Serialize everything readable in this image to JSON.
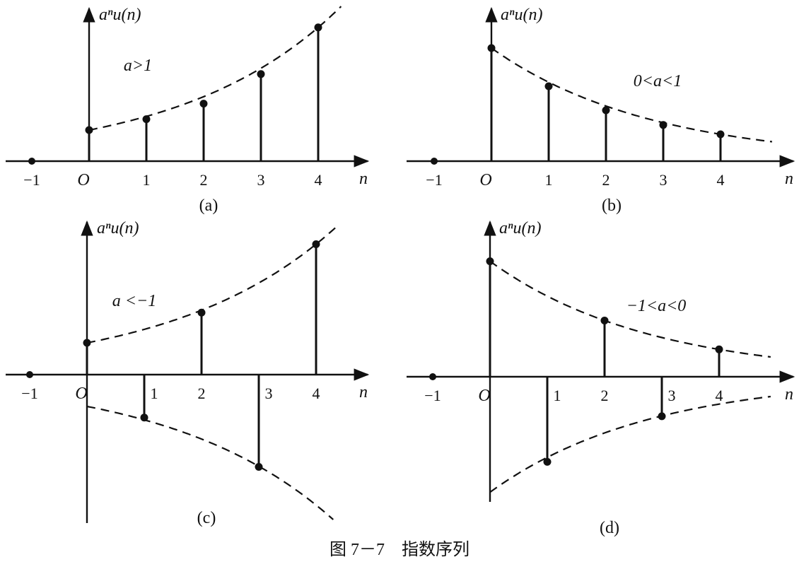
{
  "figure_caption": "图 7－7　指数序列",
  "panels": [
    {
      "label": "(a)",
      "axis_label_y": "aⁿu(n)",
      "axis_label_x": "n",
      "condition": "a>1",
      "origin_label": "O",
      "tick_labels": [
        "−1",
        "1",
        "2",
        "3",
        "4"
      ],
      "points": [
        {
          "n": 0,
          "v": 1.0
        },
        {
          "n": 1,
          "v": 1.35
        },
        {
          "n": 2,
          "v": 1.85
        },
        {
          "n": 3,
          "v": 2.8
        },
        {
          "n": 4,
          "v": 4.3
        }
      ]
    },
    {
      "label": "(b)",
      "axis_label_y": "aⁿu(n)",
      "axis_label_x": "n",
      "condition": "0<a<1",
      "origin_label": "O",
      "tick_labels": [
        "−1",
        "1",
        "2",
        "3",
        "4"
      ],
      "points": [
        {
          "n": 0,
          "v": 4.0
        },
        {
          "n": 1,
          "v": 2.65
        },
        {
          "n": 2,
          "v": 1.8
        },
        {
          "n": 3,
          "v": 1.28
        },
        {
          "n": 4,
          "v": 0.95
        }
      ]
    },
    {
      "label": "(c)",
      "axis_label_y": "aⁿu(n)",
      "axis_label_x": "n",
      "condition": "a <−1",
      "origin_label": "O",
      "tick_labels": [
        "−1",
        "1",
        "2",
        "3",
        "4"
      ],
      "points": [
        {
          "n": 0,
          "v": 1.0
        },
        {
          "n": 1,
          "v": -1.35
        },
        {
          "n": 2,
          "v": 1.95
        },
        {
          "n": 3,
          "v": -2.9
        },
        {
          "n": 4,
          "v": 4.1
        }
      ]
    },
    {
      "label": "(d)",
      "axis_label_y": "aⁿu(n)",
      "axis_label_x": "n",
      "condition": "−1<a<0",
      "origin_label": "O",
      "tick_labels": [
        "−1",
        "1",
        "2",
        "3",
        "4"
      ],
      "points": [
        {
          "n": 0,
          "v": 3.8
        },
        {
          "n": 1,
          "v": -2.8
        },
        {
          "n": 2,
          "v": 1.85
        },
        {
          "n": 3,
          "v": -1.3
        },
        {
          "n": 4,
          "v": 0.9
        }
      ]
    }
  ]
}
